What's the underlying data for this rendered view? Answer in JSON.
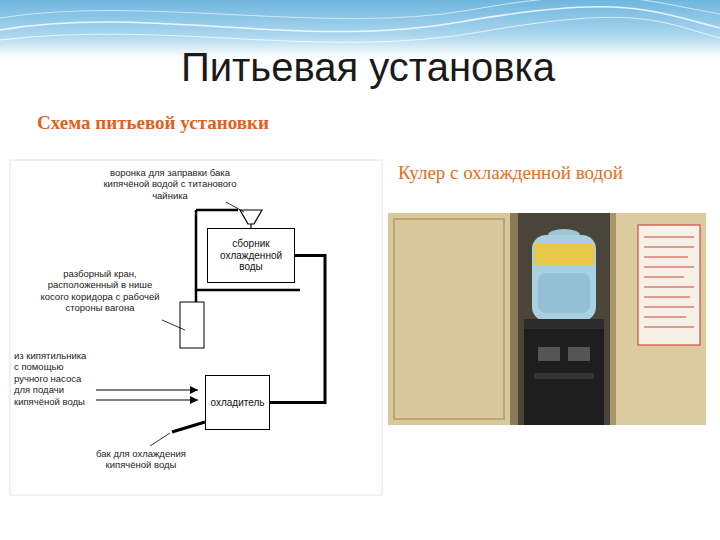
{
  "diagram": {
    "title": "Питьевая установка",
    "nodes": [
      {
        "text": [
          "сборник охлажденной воды"
        ]
      },
      {
        "text": [
          "охладитель"
        ]
      }
    ],
    "edges": [
      {
        "from": 0,
        "to": 1,
        "arrow": "none"
      }
    ],
    "labels": [
      "Схема питьевой установки",
      "Кулер с охлажденной водой",
      "воронка для заправки бака кипячёной водой с титанового чайника",
      "разборный кран, расположенный в нише косого коридора с рабочей стороны вагона",
      "из кипятильника с помощью ручного насоса для подачи кипячёной воды",
      "бак для охлаждения кипячёной воды"
    ]
  }
}
